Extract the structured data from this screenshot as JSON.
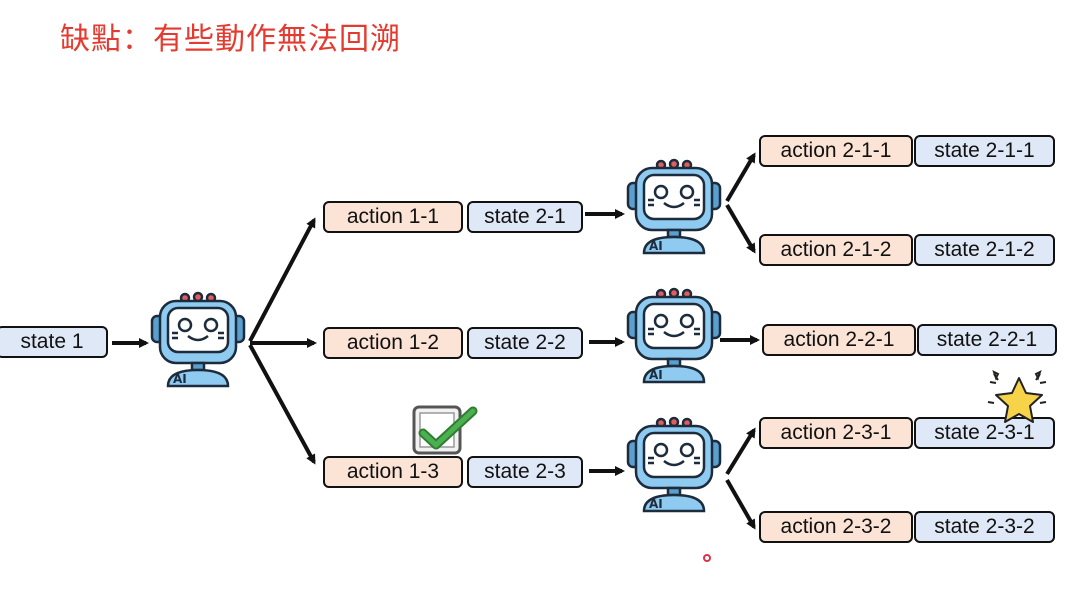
{
  "title": "缺點：有些動作無法回溯",
  "nodes": {
    "state_1": "state 1",
    "action_1_1": "action 1-1",
    "state_2_1": "state 2-1",
    "action_1_2": "action 1-2",
    "state_2_2": "state 2-2",
    "action_1_3": "action 1-3",
    "state_2_3": "state 2-3",
    "action_2_1_1": "action 2-1-1",
    "state_2_1_1": "state 2-1-1",
    "action_2_1_2": "action 2-1-2",
    "state_2_1_2": "state 2-1-2",
    "action_2_2_1": "action 2-2-1",
    "state_2_2_1": "state 2-2-1",
    "action_2_3_1": "action 2-3-1",
    "state_2_3_1": "state 2-3-1",
    "action_2_3_2": "action 2-3-2",
    "state_2_3_2": "state 2-3-2"
  },
  "robot_label": "AI",
  "colors": {
    "title": "#e53a2f",
    "action_fill": "#fbe3d6",
    "state_fill": "#dfe8f6",
    "robot_blue": "#8fcaf0",
    "check_green": "#4caf50",
    "star_yellow": "#f7d34a"
  },
  "icons": [
    "robot-icon",
    "checkbox-checked-icon",
    "star-icon",
    "cursor-dot"
  ]
}
